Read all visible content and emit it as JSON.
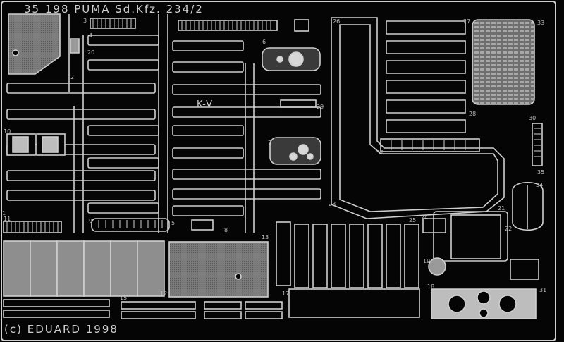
{
  "fret": {
    "title": "35 198 PUMA Sd.Kfz. 234/2",
    "copyright": "(c) EDUARD 1998",
    "mark": "K-V",
    "part_numbers": [
      "1",
      "2",
      "3",
      "4",
      "5",
      "6",
      "7",
      "8",
      "9",
      "10",
      "11",
      "12",
      "13",
      "15",
      "17",
      "18",
      "19",
      "20",
      "21",
      "22",
      "23",
      "24",
      "25",
      "26",
      "27",
      "28",
      "29",
      "30",
      "31",
      "32",
      "33",
      "34",
      "35"
    ]
  },
  "colors": {
    "fret_background": "#050505",
    "metal": "#c8c8c8",
    "metal_mesh": "#8a8a8a"
  }
}
